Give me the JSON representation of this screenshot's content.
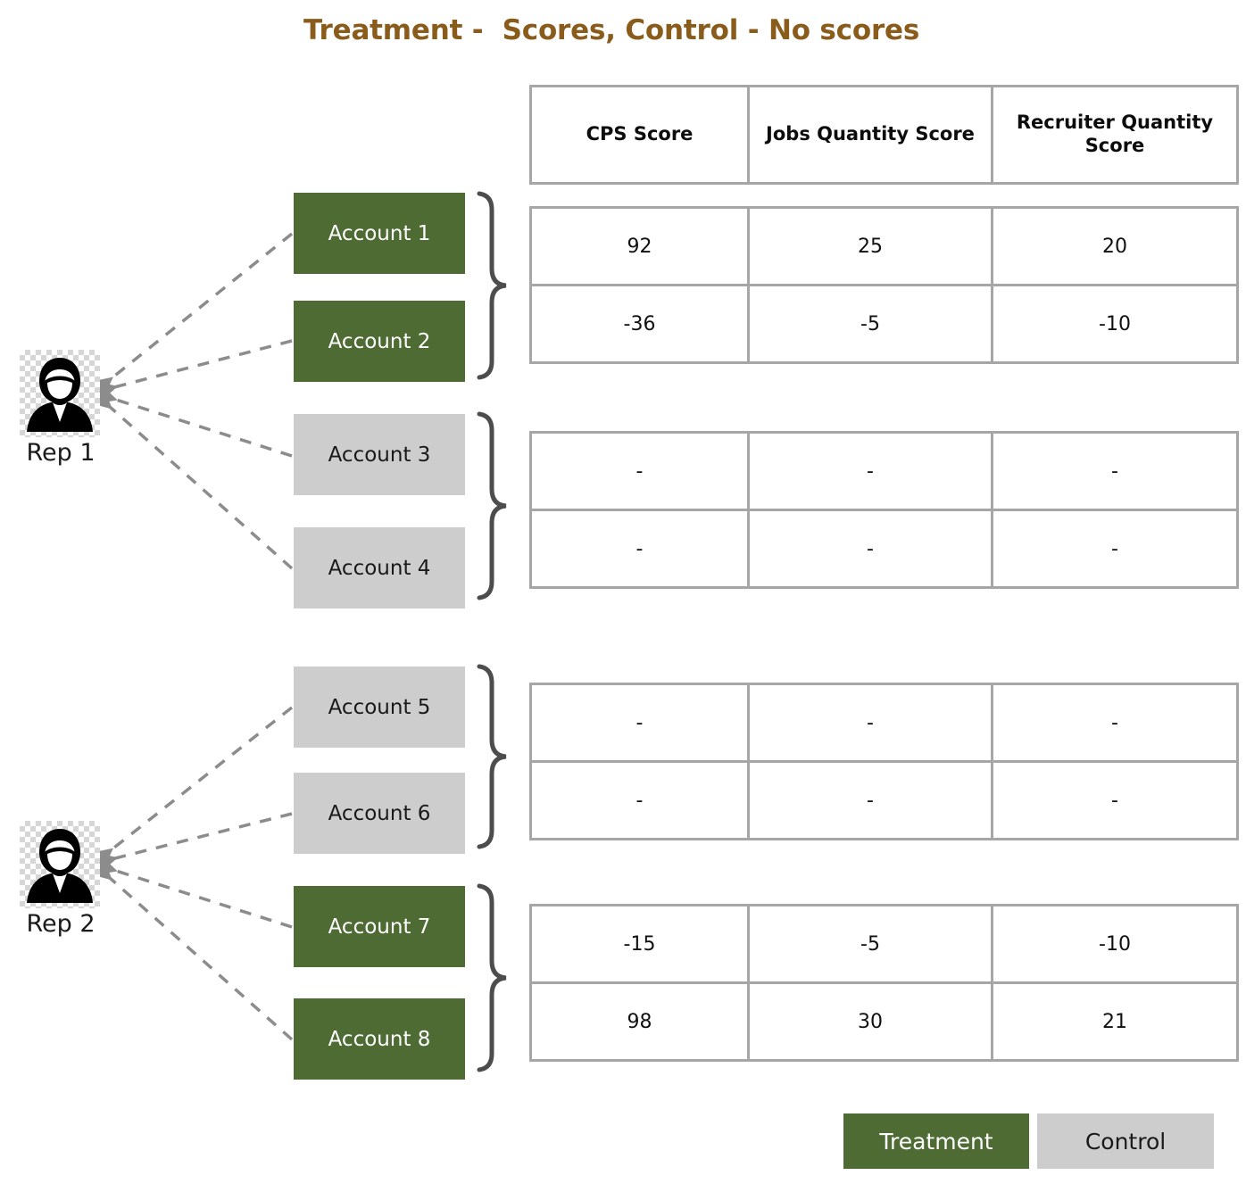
{
  "title": "Treatment -  Scores, Control - No scores",
  "accent_colors": {
    "title": "#8a5c1b",
    "treatment": "#4d6b33",
    "control": "#cdcdcd",
    "table_border": "#a6a6a6",
    "connector": "#8c8c8c",
    "brace": "#4d4d4d"
  },
  "table_header": {
    "columns": [
      "CPS Score",
      "Jobs Quantity Score",
      "Recruiter Quantity Score"
    ]
  },
  "reps": [
    {
      "name": "Rep 1",
      "icon": "person-female-icon",
      "groups": [
        {
          "group_type": "Treatment",
          "accounts": [
            "Account 1",
            "Account 2"
          ],
          "rows": [
            [
              "92",
              "25",
              "20"
            ],
            [
              "-36",
              "-5",
              "-10"
            ]
          ]
        },
        {
          "group_type": "Control",
          "accounts": [
            "Account 3",
            "Account 4"
          ],
          "rows": [
            [
              "-",
              "-",
              "-"
            ],
            [
              "-",
              "-",
              "-"
            ]
          ]
        }
      ]
    },
    {
      "name": "Rep 2",
      "icon": "person-female-icon",
      "groups": [
        {
          "group_type": "Control",
          "accounts": [
            "Account 5",
            "Account 6"
          ],
          "rows": [
            [
              "-",
              "-",
              "-"
            ],
            [
              "-",
              "-",
              "-"
            ]
          ]
        },
        {
          "group_type": "Treatment",
          "accounts": [
            "Account 7",
            "Account 8"
          ],
          "rows": [
            [
              "-15",
              "-5",
              "-10"
            ],
            [
              "98",
              "30",
              "21"
            ]
          ]
        }
      ]
    }
  ],
  "legend": {
    "treatment_label": "Treatment",
    "control_label": "Control"
  },
  "chart_data": {
    "type": "table",
    "title": "Treatment -  Scores, Control - No scores",
    "columns": [
      "CPS Score",
      "Jobs Quantity Score",
      "Recruiter Quantity Score"
    ],
    "rows": [
      {
        "rep": "Rep 1",
        "account": "Account 1",
        "arm": "Treatment",
        "CPS Score": 92,
        "Jobs Quantity Score": 25,
        "Recruiter Quantity Score": 20
      },
      {
        "rep": "Rep 1",
        "account": "Account 2",
        "arm": "Treatment",
        "CPS Score": -36,
        "Jobs Quantity Score": -5,
        "Recruiter Quantity Score": -10
      },
      {
        "rep": "Rep 1",
        "account": "Account 3",
        "arm": "Control",
        "CPS Score": "-",
        "Jobs Quantity Score": "-",
        "Recruiter Quantity Score": "-"
      },
      {
        "rep": "Rep 1",
        "account": "Account 4",
        "arm": "Control",
        "CPS Score": "-",
        "Jobs Quantity Score": "-",
        "Recruiter Quantity Score": "-"
      },
      {
        "rep": "Rep 2",
        "account": "Account 5",
        "arm": "Control",
        "CPS Score": "-",
        "Jobs Quantity Score": "-",
        "Recruiter Quantity Score": "-"
      },
      {
        "rep": "Rep 2",
        "account": "Account 6",
        "arm": "Control",
        "CPS Score": "-",
        "Jobs Quantity Score": "-",
        "Recruiter Quantity Score": "-"
      },
      {
        "rep": "Rep 2",
        "account": "Account 7",
        "arm": "Treatment",
        "CPS Score": -15,
        "Jobs Quantity Score": -5,
        "Recruiter Quantity Score": -10
      },
      {
        "rep": "Rep 2",
        "account": "Account 8",
        "arm": "Treatment",
        "CPS Score": 98,
        "Jobs Quantity Score": 30,
        "Recruiter Quantity Score": 21
      }
    ],
    "legend": [
      "Treatment",
      "Control"
    ]
  }
}
